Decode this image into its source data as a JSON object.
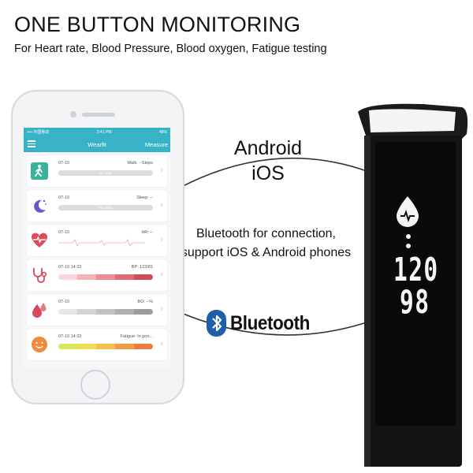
{
  "header": {
    "title": "ONE BUTTON MONITORING",
    "subtitle": "For Heart rate, Blood Pressure, Blood oxygen, Fatigue testing"
  },
  "platforms": {
    "line1": "Android",
    "line2": "iOS"
  },
  "description": {
    "line1": "Bluetooth for connection,",
    "line2": "support iOS & Android phones"
  },
  "bluetooth": {
    "word": "Bluetooth",
    "badge_color": "#1f5ea8"
  },
  "phone": {
    "status_bar": {
      "carrier": "•••• 中国移动",
      "time": "2:41 PM",
      "battery": "48%"
    },
    "app_title": "Wearfit",
    "measure_label": "Measure",
    "accent_color": "#37b2c6",
    "cards": [
      {
        "date": "07-10",
        "metric": "Walk: --Steps",
        "bar_text": "No Data",
        "icon": "walking-person-icon",
        "icon_color": "#3bb39a"
      },
      {
        "date": "07-10",
        "metric": "Sleep: --",
        "bar_text": "No Data",
        "icon": "moon-stars-icon",
        "icon_color": "#6a58c7"
      },
      {
        "date": "07-10",
        "metric": "HR: --",
        "bar_text": "",
        "icon": "heart-pulse-icon",
        "icon_color": "#e04a5a"
      },
      {
        "date": "07-10 14:33",
        "metric": "BP: 123/81",
        "bar_text": "",
        "icon": "stethoscope-icon",
        "icon_color": "#d9485e"
      },
      {
        "date": "07-10",
        "metric": "BO: --%",
        "bar_text": "",
        "icon": "blood-drops-icon",
        "icon_color": "#d9485e"
      },
      {
        "date": "07-10 14:33",
        "metric": "Fatigue: In goo...",
        "bar_text": "",
        "icon": "smiley-face-icon",
        "icon_color": "#f28a3a"
      }
    ]
  },
  "band": {
    "reading_top": "120",
    "reading_bottom": "98",
    "icon": "heart-drop-icon"
  }
}
